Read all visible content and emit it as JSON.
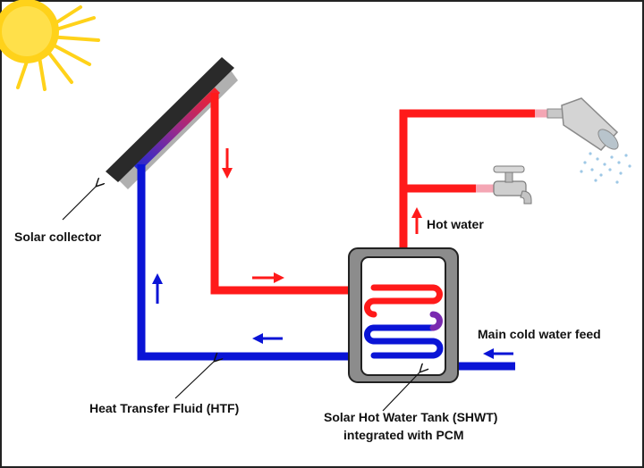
{
  "labels": {
    "solar_collector": "Solar collector",
    "hot_water": "Hot water",
    "main_cold_water_feed": "Main cold water feed",
    "htf": "Heat Transfer Fluid (HTF)",
    "shwt_line1": "Solar Hot Water Tank (SHWT)",
    "shwt_line2": "integrated with PCM"
  },
  "colors": {
    "hot": "#ff1a1a",
    "cold": "#0a14d6",
    "tank_outer": "#8c8c8c",
    "collector": "#2a2a2a",
    "sun": "#ffd21a",
    "border": "#222222"
  },
  "icons": [
    "sun-icon",
    "shower-head-icon",
    "faucet-icon"
  ]
}
